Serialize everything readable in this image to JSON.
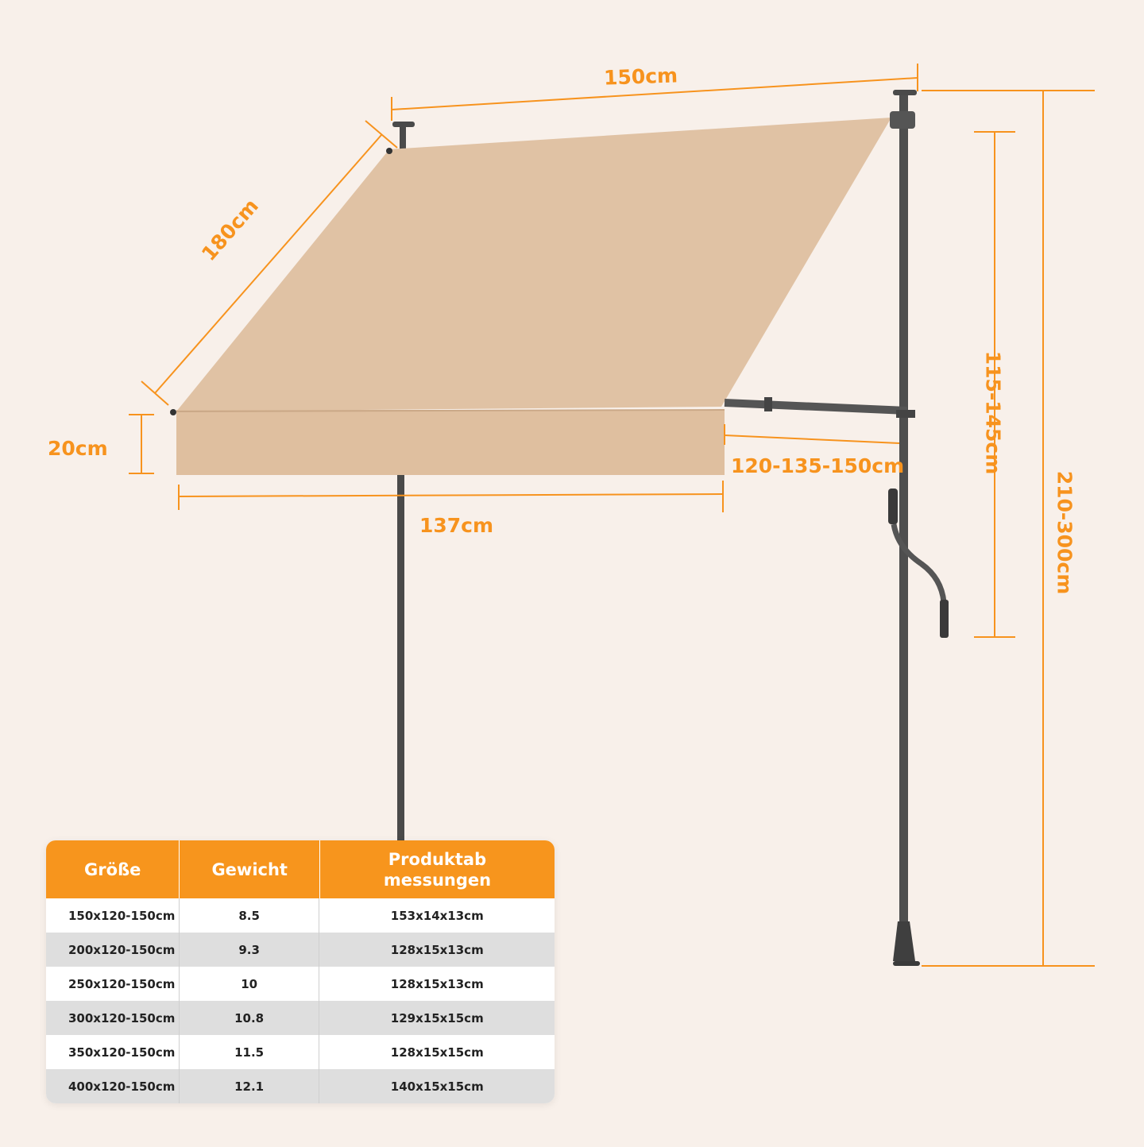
{
  "dimensions": {
    "width_top": "150cm",
    "depth": "180cm",
    "valance": "20cm",
    "width_front": "137cm",
    "arm_extension": "120-135-150cm",
    "crank_range": "115-145cm",
    "pole_height": "210-300cm"
  },
  "colors": {
    "accent": "#f7931e",
    "fabric": "#e0c2a4",
    "valance": "#dfbf9f",
    "pole": "#4a4a4a",
    "background": "#f8f0ea"
  },
  "table": {
    "headers": [
      "Größe",
      "Gewicht",
      "Produktab\nmessungen"
    ],
    "rows": [
      [
        "150x120-150cm",
        "8.5",
        "153x14x13cm"
      ],
      [
        "200x120-150cm",
        "9.3",
        "128x15x13cm"
      ],
      [
        "250x120-150cm",
        "10",
        "128x15x13cm"
      ],
      [
        "300x120-150cm",
        "10.8",
        "129x15x15cm"
      ],
      [
        "350x120-150cm",
        "11.5",
        "128x15x15cm"
      ],
      [
        "400x120-150cm",
        "12.1",
        "140x15x15cm"
      ]
    ]
  }
}
